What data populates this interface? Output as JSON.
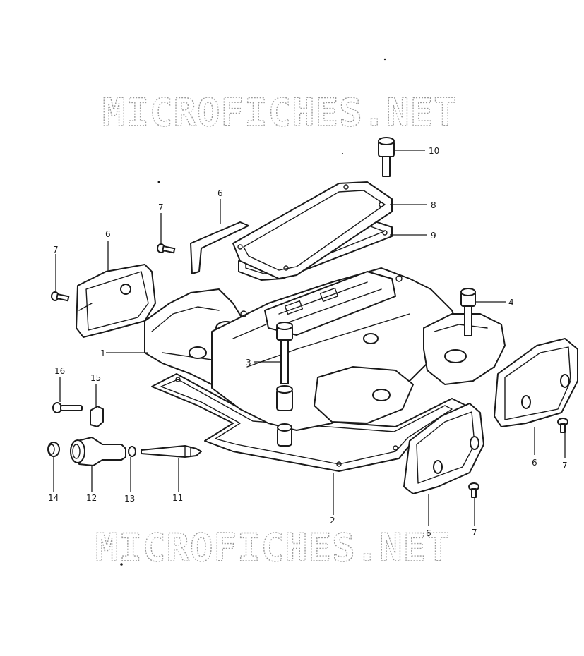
{
  "watermark": {
    "text": "MICROFICHES.NET"
  },
  "callouts": [
    {
      "id": "c1",
      "label": "1"
    },
    {
      "id": "c2",
      "label": "2"
    },
    {
      "id": "c3",
      "label": "3"
    },
    {
      "id": "c4",
      "label": "4"
    },
    {
      "id": "c6a",
      "label": "6"
    },
    {
      "id": "c6b",
      "label": "6"
    },
    {
      "id": "c6c",
      "label": "6"
    },
    {
      "id": "c6d",
      "label": "6"
    },
    {
      "id": "c7a",
      "label": "7"
    },
    {
      "id": "c7b",
      "label": "7"
    },
    {
      "id": "c7c",
      "label": "7"
    },
    {
      "id": "c7d",
      "label": "7"
    },
    {
      "id": "c8",
      "label": "8"
    },
    {
      "id": "c9",
      "label": "9"
    },
    {
      "id": "c10",
      "label": "10"
    },
    {
      "id": "c11",
      "label": "11"
    },
    {
      "id": "c12",
      "label": "12"
    },
    {
      "id": "c13",
      "label": "13"
    },
    {
      "id": "c14",
      "label": "14"
    },
    {
      "id": "c15",
      "label": "15"
    },
    {
      "id": "c16",
      "label": "16"
    }
  ]
}
